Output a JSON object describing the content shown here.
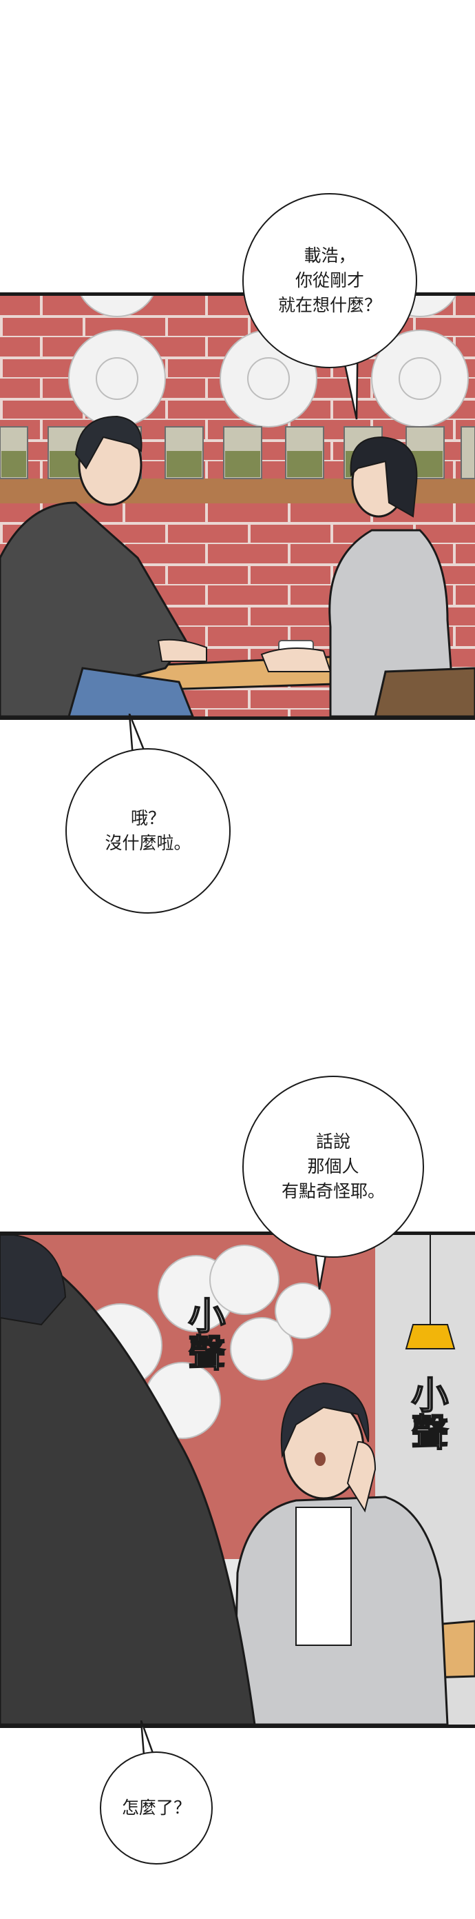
{
  "bubbles": [
    {
      "id": "b1",
      "text": "載浩，\n你從剛才\n就在想什麼？"
    },
    {
      "id": "b2",
      "text": "哦？\n沒什麼啦。"
    },
    {
      "id": "b3",
      "text": "話說\n那個人\n有點奇怪耶。"
    },
    {
      "id": "b4",
      "text": "怎麼了？"
    }
  ],
  "sfx": [
    {
      "id": "sfx1",
      "text": "小聲"
    },
    {
      "id": "sfx2",
      "text": "小聲"
    }
  ],
  "colors": {
    "brick": "#c9625f",
    "mortar": "#ead7d3",
    "table": "#e3b16e",
    "wall_light": "#f2f2f2",
    "lamp": "#f2b50a"
  }
}
